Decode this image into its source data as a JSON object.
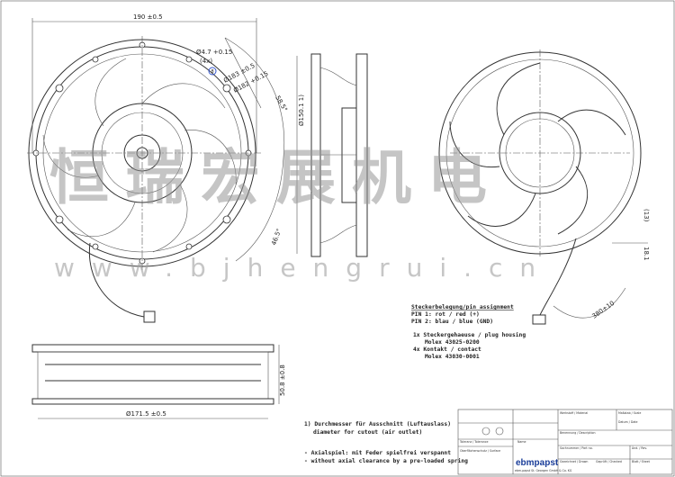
{
  "dimensions": {
    "width_190": "190 ±0.5",
    "hole_dia": "Ø4.7 +0.15",
    "hole_count": "(4x)",
    "marker": "8",
    "dia_183": "Ø183 ±0.5",
    "dia_182": "Ø182 +0.15",
    "arc_58": "58.5°",
    "dia_150": "Ø150.1  1)",
    "angle_46": "46.5°",
    "dim_13": "(13)",
    "dim_18": "18.1",
    "cable_length": "380±10",
    "height_50": "50.8 ±0.8",
    "dia_171": "Ø171.5 ±0.5"
  },
  "pin_assignment": {
    "title": "Steckerbelegung/pin assignment",
    "pin1": "PIN 1: rot / red (+)",
    "pin2": "PIN 2: blau / blue (GND)",
    "housing": "1x Steckergehaeuse / plug housing",
    "housing_part": "Molex 43025-0200",
    "contact": "4x Kontakt / contact",
    "contact_part": "Molex 43030-0001"
  },
  "notes": {
    "n1_de": "1) Durchmesser für Ausschnitt (Luftauslass)",
    "n1_en": "diameter for cutout (air outlet)",
    "n2_de": "- Axialspiel: mit Feder spielfrei verspannt",
    "n2_en": "- without axial clearance by a pre-loaded spring"
  },
  "title_block": {
    "logo": "ebmpapst",
    "company_line": "ebm-papst St. Georgen GmbH & Co. KG",
    "cells": [
      "Werkstoff / Material",
      "Maßstab / Scale",
      "Datum / Date",
      "Toleranz / Tolerance",
      "Oberflächenschutz / Surface",
      "Benennung / Description",
      "Sachnummer / Part no.",
      "Änd. / Rev.",
      "Blatt / Sheet",
      "Gezeichnet / Drawn",
      "Geprüft / Checked",
      "Name"
    ]
  },
  "watermark": {
    "text": "恒瑞宏展机电",
    "url": "www.bjhengrui.cn"
  },
  "colors": {
    "line": "#333333",
    "marker": "#3355cc",
    "dim_orange": "#d08a3a",
    "watermark": "#999999"
  }
}
